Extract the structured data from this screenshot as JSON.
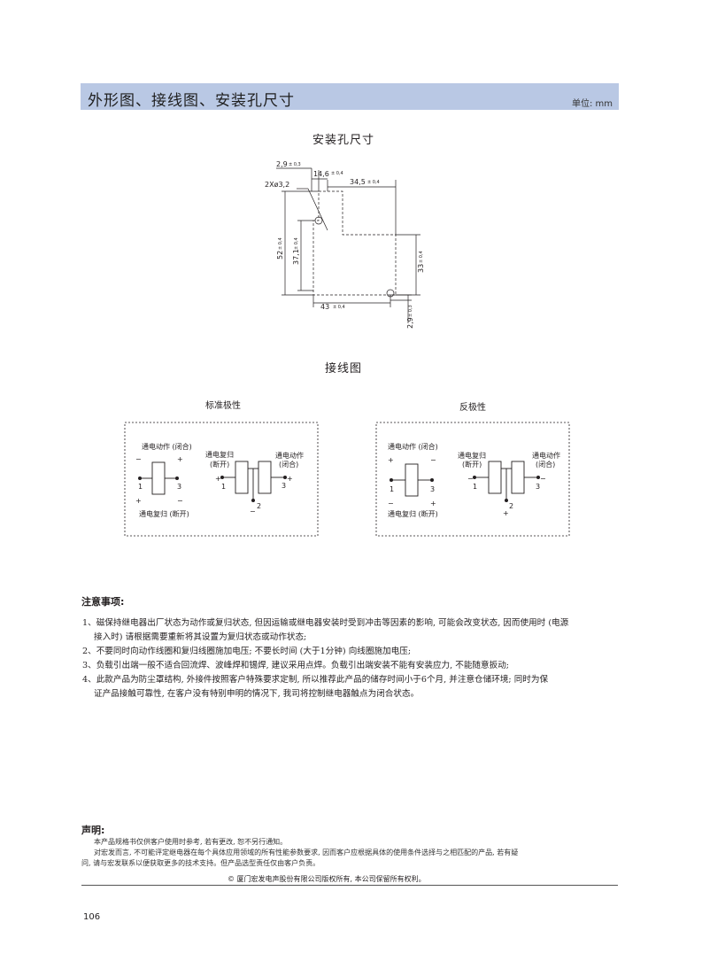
{
  "header": {
    "title": "外形图、接线图、安装孔尺寸",
    "unit": "单位: mm"
  },
  "mounting": {
    "title": "安装孔尺寸",
    "dims": {
      "d1": "2,9",
      "d1_tol": "± 0,3",
      "d2": "14,6",
      "d2_tol": "± 0,4",
      "hole": "2Xø3,2",
      "d3": "34,5",
      "d3_tol": "± 0,4",
      "d4": "52",
      "d4_tol": "± 0,4",
      "d5": "37,1",
      "d5_tol": "± 0,4",
      "d6": "33",
      "d6_tol": "± 0,4",
      "d7": "43",
      "d7_tol": "± 0,4",
      "d8": "2,9",
      "d8_tol": "± 0,3"
    }
  },
  "wiring": {
    "title": "接线图",
    "standard": {
      "label": "标准极性",
      "set_label": "通电动作 (闭合)",
      "reset_label": "通电复归 (断开)",
      "plus": "+",
      "minus": "−",
      "pin1": "1",
      "pin2": "2",
      "pin3": "3",
      "reset_l1": "通电复归",
      "reset_l2": "(断开)",
      "set_l1": "通电动作",
      "set_l2": "(闭合)"
    },
    "reverse": {
      "label": "反极性",
      "set_label": "通电动作 (闭合)",
      "reset_label": "通电复归 (断开)",
      "plus": "+",
      "minus": "−",
      "pin1": "1",
      "pin2": "2",
      "pin3": "3",
      "reset_l1": "通电复归",
      "reset_l2": "(断开)",
      "set_l1": "通电动作",
      "set_l2": "(闭合)"
    }
  },
  "notes": {
    "title": "注意事项:",
    "lines": [
      "1、磁保持继电器出厂状态为动作或复归状态, 但因运输或继电器安装时受到冲击等因素的影响, 可能会改变状态, 因而使用时 (电源",
      "接入时) 请根据需要重新将其设置为复归状态或动作状态;",
      "2、不要同时向动作线圈和复归线圈施加电压; 不要长时间 (大于1分钟) 向线圈施加电压;",
      "3、负载引出端一般不适合回流焊、波峰焊和锡焊, 建议采用点焊。负载引出端安装不能有安装应力, 不能随意扳动;",
      "4、此款产品为防尘罩结构, 外接件按照客户特殊要求定制, 所以推荐此产品的储存时间小于6个月, 并注意仓储环境; 同时为保",
      "证产品接触可靠性, 在客户没有特别申明的情况下, 我司将控制继电器触点为闭合状态。"
    ]
  },
  "declaration": {
    "title": "声明:",
    "lines": [
      "本产品规格书仅供客户使用时参考, 若有更改, 恕不另行通知。",
      "对宏发而言, 不可能评定继电器在每个具体应用领域的所有性能参数要求, 因而客户应根据具体的使用条件选择与之相匹配的产品, 若有疑",
      "问, 请与宏发联系以便获取更多的技术支持。但产品选型责任仅由客户负责。"
    ]
  },
  "footer": {
    "copyright": "©  厦门宏发电声股份有限公司版权所有, 本公司保留所有权利。",
    "page": "106"
  }
}
